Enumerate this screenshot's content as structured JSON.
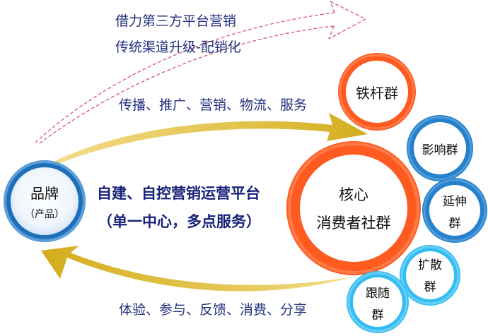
{
  "top_notes": {
    "line1": "借力第三方平台营销",
    "line2": "传统渠道升级-配销化"
  },
  "flows": {
    "outgoing": "传播、推广、营销、物流、服务",
    "incoming": "体验、参与、反馈、消费、分享"
  },
  "platform": {
    "line1": "自建、自控营销运营平台",
    "line2": "（单一中心，多点服务）"
  },
  "brand_node": {
    "title": "品牌",
    "subtitle": "（产品）",
    "color": "#1f6fb8"
  },
  "core_node": {
    "line1": "核心",
    "line2": "消费者社群",
    "color": "#ff5a1f"
  },
  "groups": [
    {
      "label_line1": "铁杆群",
      "label_line2": "",
      "color": "#ff5a1f"
    },
    {
      "label_line1": "影响群",
      "label_line2": "",
      "color": "#2680cc"
    },
    {
      "label_line1": "延伸",
      "label_line2": "群",
      "color": "#2680cc"
    },
    {
      "label_line1": "扩散",
      "label_line2": "群",
      "color": "#33bdf2"
    },
    {
      "label_line1": "跟随",
      "label_line2": "群",
      "color": "#33bdf2"
    }
  ],
  "colors": {
    "arrow_gold": "#d9b52a",
    "dashed_arrow": "#d25a6e",
    "text_navy": "#1f2a78"
  }
}
